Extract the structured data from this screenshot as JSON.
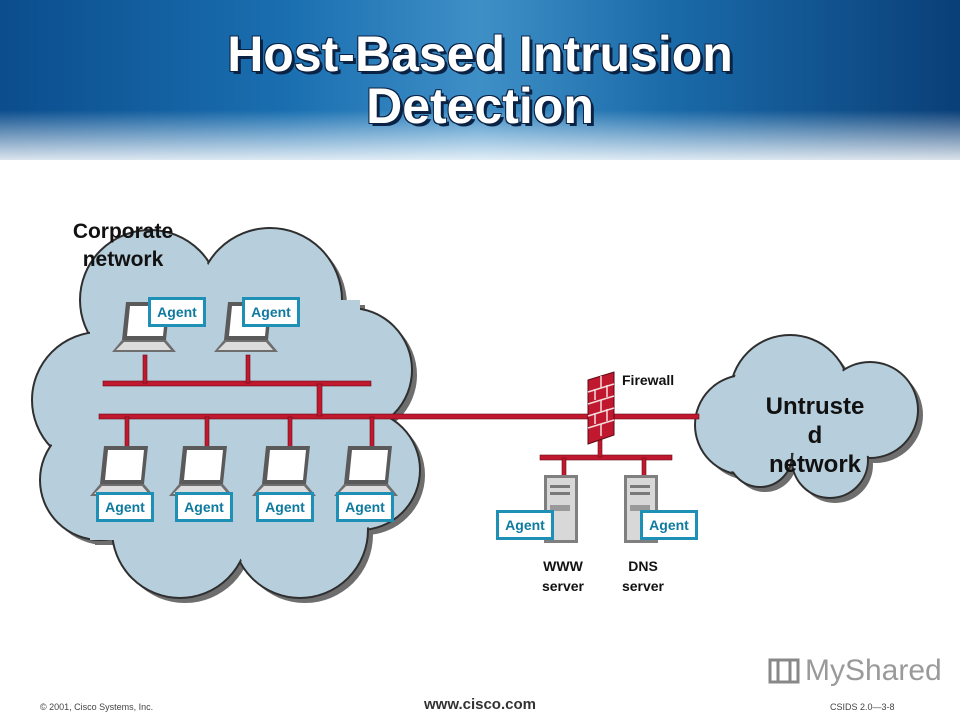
{
  "title": {
    "line1": "Host-Based Intrusion",
    "line2": "Detection"
  },
  "corporate_label": {
    "line1": "Corporate",
    "line2": "network"
  },
  "untrusted_label": {
    "line1": "Untruste",
    "line2": "d",
    "line3": "network"
  },
  "firewall_label": "Firewall",
  "agent_label": "Agent",
  "servers": [
    {
      "line1": "WWW",
      "line2": "server"
    },
    {
      "line1": "DNS",
      "line2": "server"
    }
  ],
  "footer": {
    "copyright": "© 2001, Cisco Systems, Inc.",
    "url": "www.cisco.com",
    "course": "CSIDS 2.0—3-8",
    "watermark": "MyShared"
  },
  "colors": {
    "network_bus": "#c0182e",
    "cloud": "#b7cfdc",
    "agent_border": "#1e8fb5",
    "header": "#1a6fb0"
  }
}
